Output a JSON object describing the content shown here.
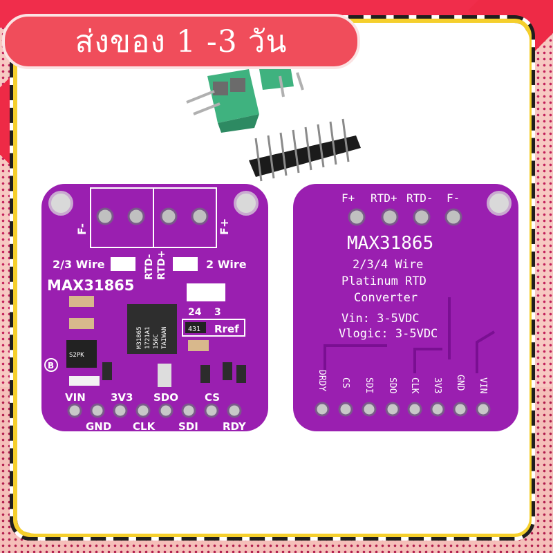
{
  "banner": {
    "text": "ส่งของ 1 -3 วัน"
  },
  "board_front": {
    "title": "MAX31865",
    "wire_left": "2/3 Wire",
    "wire_right": "2 Wire",
    "rtd_minus": "RTD-",
    "rtd_plus": "RTD+",
    "f_minus": "F-",
    "f_plus": "F+",
    "jumper_24": "24",
    "jumper_3": "3",
    "rref": "Rref",
    "resistor_code": "431",
    "chip_text": [
      "M31865",
      "1721A1",
      "156C",
      "TAIWAN"
    ],
    "diode_code": "S2PK",
    "logo": "B",
    "pins_top": [
      "VIN",
      "3V3",
      "SDO",
      "CS"
    ],
    "pins_bottom": [
      "GND",
      "CLK",
      "SDI",
      "RDY"
    ]
  },
  "board_back": {
    "terminal_labels": [
      "F+",
      "RTD+",
      "RTD-",
      "F-"
    ],
    "title": "MAX31865",
    "lines": [
      "2/3/4 Wire",
      "Platinum RTD",
      "Converter",
      "Vin: 3-5VDC",
      "Vlogic: 3-5VDC"
    ],
    "pins": [
      "DRDY",
      "CS",
      "SDI",
      "SDO",
      "CLK",
      "3V3",
      "GND",
      "VIN"
    ]
  },
  "colors": {
    "pcb": "#9a1fb0",
    "banner": "#f04d5b",
    "terminal": "#3fb27f"
  }
}
